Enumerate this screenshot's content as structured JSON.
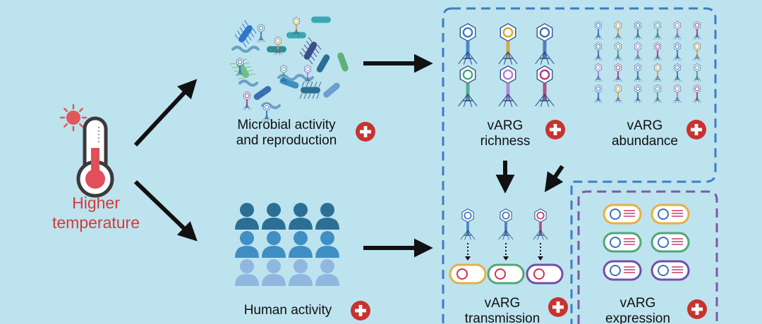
{
  "labels": {
    "higher_temperature_line1": "Higher",
    "higher_temperature_line2": "temperature",
    "microbial_line1": "Microbial activity",
    "microbial_line2": "and reproduction",
    "human_activity": "Human activity",
    "richness_line1": "vARG",
    "richness_line2": "richness",
    "abundance_line1": "vARG",
    "abundance_line2": "abundance",
    "transmission_line1": "vARG",
    "transmission_line2": "transmission",
    "expression_line1": "vARG",
    "expression_line2": "expression"
  },
  "colors": {
    "background": "#bde3ee",
    "increase_badge": "#c8322f",
    "arrow": "#111111",
    "dashed_blue": "#3a7fc4",
    "dashed_purple": "#7a5aa8",
    "thermometer_red": "#e0505a",
    "sun": "#e05858",
    "label_red": "#d23b3b",
    "people_dark": "#2c6f95",
    "people_mid": "#3f8ec4",
    "people_light": "#8fb7e0"
  },
  "icons": {
    "thermometer": "thermometer-icon",
    "sun": "sun-icon",
    "increase": "plus-circle-icon",
    "phage": "bacteriophage-icon",
    "bacterium": "bacterium-icon",
    "person": "person-icon"
  },
  "phage_colors": [
    "#2e78c8",
    "#d9a02b",
    "#3a6fb0",
    "#3fa580",
    "#b07ad0",
    "#b0357a"
  ],
  "cell_colors": [
    "#e8b040",
    "#4ea878",
    "#7050a8"
  ]
}
